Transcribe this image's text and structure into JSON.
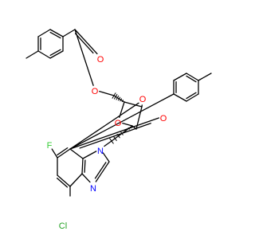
{
  "molecule": {
    "atom_labels": {
      "o_ester1_carbonyl": "O",
      "o_ester1_link": "O",
      "o_ester2_link": "O",
      "o_ester2_carbonyl": "O",
      "o_ring": "O",
      "n_imidazole_1": "N",
      "n_imidazole_3": "N",
      "fluorine": "F",
      "chlorine": "Cl"
    },
    "colors": {
      "bond": "#000000",
      "oxygen": "#ff0000",
      "nitrogen": "#0000ff",
      "fluorine": "#33cc33",
      "chlorine": "#1fa01f"
    }
  }
}
